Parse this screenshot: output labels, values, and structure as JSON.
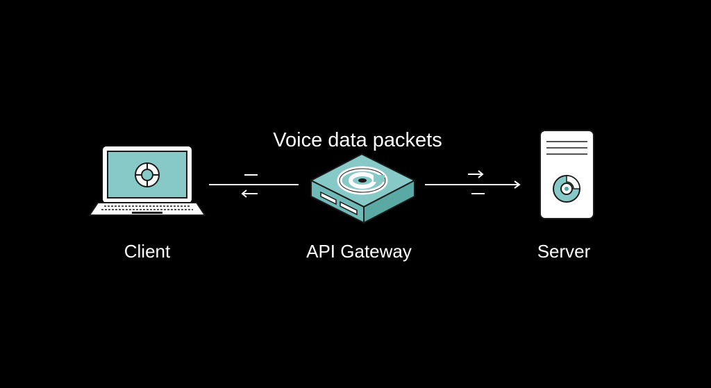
{
  "diagram": {
    "title": "Voice data packets",
    "nodes": {
      "client": {
        "label": "Client",
        "icon": "laptop-icon"
      },
      "gateway": {
        "label": "API Gateway",
        "icon": "gateway-device-icon"
      },
      "server": {
        "label": "Server",
        "icon": "server-tower-icon"
      }
    },
    "connections": [
      {
        "from": "gateway",
        "to": "client",
        "direction": "left"
      },
      {
        "from": "gateway",
        "to": "server",
        "direction": "right"
      }
    ],
    "colors": {
      "background": "#000000",
      "accent": "#86c9c6",
      "accent_dark": "#4fa7a3",
      "line": "#ffffff",
      "outline": "#1a1a1a"
    }
  }
}
